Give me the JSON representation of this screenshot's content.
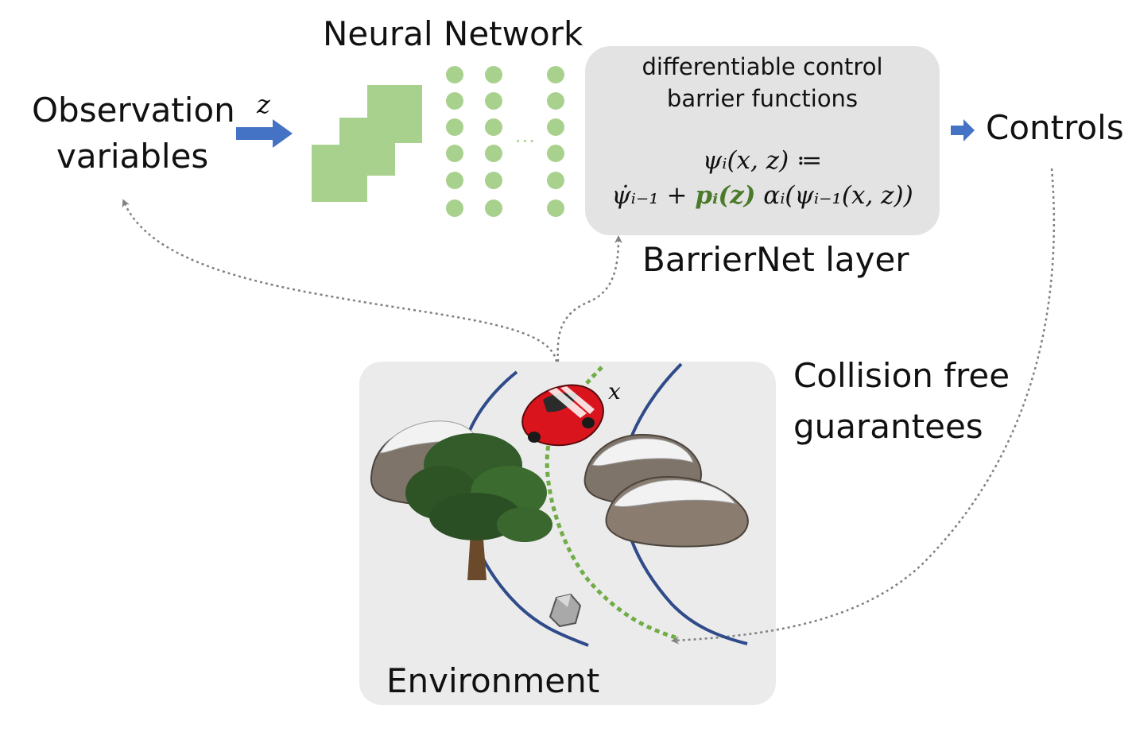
{
  "labels": {
    "neural_network": "Neural Network",
    "observation_line1": "Observation",
    "observation_line2": "variables",
    "z_symbol": "z",
    "cbf_line1": "differentiable control",
    "cbf_line2": "barrier functions",
    "eq_line1": "ψᵢ(x, z) ≔",
    "eq_line2_prefix": "ψ̇ᵢ₋₁ + ",
    "eq_line2_param": "pᵢ(z)",
    "eq_line2_suffix": " αᵢ(ψᵢ₋₁(x, z))",
    "barriernet_layer": "BarrierNet layer",
    "controls": "Controls",
    "collision_line1": "Collision free",
    "collision_line2": "guarantees",
    "environment": "Environment",
    "x_symbol": "x",
    "ellipsis": "···"
  },
  "colors": {
    "arrow_blue": "#4472c4",
    "layer_green": "#a9d18e",
    "trajectory_green": "#70ad47",
    "road_blue": "#2f4b8a",
    "dotted_gray": "#808080",
    "box_gray": "#e3e3e3",
    "env_gray": "#ebebeb",
    "car_red": "#d9141d"
  },
  "icons": {
    "car": "red-car-icon",
    "tree": "tree-icon",
    "rocks": "snowy-rocks-icon",
    "stone": "stone-icon"
  }
}
